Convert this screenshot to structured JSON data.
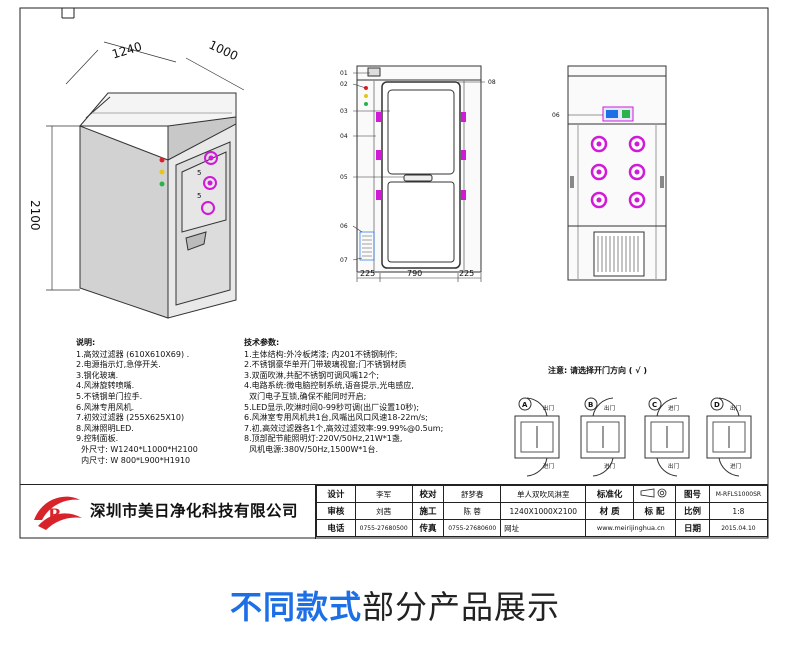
{
  "dims": {
    "iso_length": "1240",
    "iso_width": "1000",
    "iso_height": "2100",
    "front_side_left": "225",
    "front_mid": "790",
    "front_side_right": "225"
  },
  "labels": [
    "01",
    "02",
    "03",
    "04",
    "05",
    "06",
    "07",
    "08",
    "06"
  ],
  "notes_left": {
    "title": "说明:",
    "lines": [
      "1.高效过滤器 (610X610X69) .",
      "2.电源指示灯,急停开关.",
      "3.钢化玻璃.",
      "4.风淋旋转喷嘴.",
      "5.不锈钢单门拉手.",
      "6.风淋专用风机.",
      "7.初效过滤器 (255X625X10)",
      "8.风淋照明LED.",
      "9.控制面板.",
      "  外尺寸: W1240*L1000*H2100",
      "  内尺寸: W 800*L900*H1910"
    ]
  },
  "notes_mid": {
    "title": "技术参数:",
    "lines": [
      "1.主体结构:外冷板烤漆; 内201不锈钢制作;",
      "2.不锈钢豪华单开门带玻璃视窗;门不锈钢材质",
      "3.双面吹淋,共配不锈钢可调风嘴12个;",
      "4.电路系统:微电脑控制系统,语音提示,光电感应,",
      "  双门电子互锁,确保不能同时开启;",
      "5.LED显示,吹淋时间0-99秒可调(出厂设置10秒);",
      "6.风淋室专用风机共1台,风嘴出风口风速18-22m/s;",
      "7.初,高效过滤器各1个,高效过滤效率:99.99%@0.5um;",
      "8.顶部配节能照明灯:220V/50Hz,21W*1盏,",
      "  风机电源:380V/50Hz,1500W*1台."
    ]
  },
  "door_note": "注意: 请选择开门方向 ( √ )",
  "door_options": [
    "A",
    "B",
    "C",
    "D"
  ],
  "door_in": "进门",
  "door_out": "出门",
  "title_block": {
    "company": "深圳市美日净化科技有限公司",
    "design_label": "设计",
    "design_name": "李军",
    "check_label": "校对",
    "check_name": "舒梦春",
    "product": "单人双吹风淋室",
    "standard_label": "标准化",
    "drawing_no_label": "图号",
    "drawing_no": "M-RFLS1000SR",
    "review_label": "审核",
    "review_name": "刘茜",
    "construct_label": "施工",
    "construct_name": "陈 蓉",
    "size": "1240X1000X2100",
    "material_label": "材 质",
    "config_label": "标 配",
    "scale_label": "比例",
    "scale": "1:8",
    "phone_label": "电话",
    "phone": "0755-27680500",
    "fax_label": "传真",
    "fax": "0755-27680600",
    "web_label": "网址",
    "web": "www.meirijinghua.cn",
    "date_label": "日期",
    "date": "2015.04.10"
  },
  "bottom_title_blue": "不同款式",
  "bottom_title_dark": "部分产品展示",
  "colors": {
    "magenta": "#d01ad8",
    "blue": "#1d6fe6",
    "red": "#d8232a",
    "yellow": "#e6c619",
    "green": "#2bb34a"
  }
}
